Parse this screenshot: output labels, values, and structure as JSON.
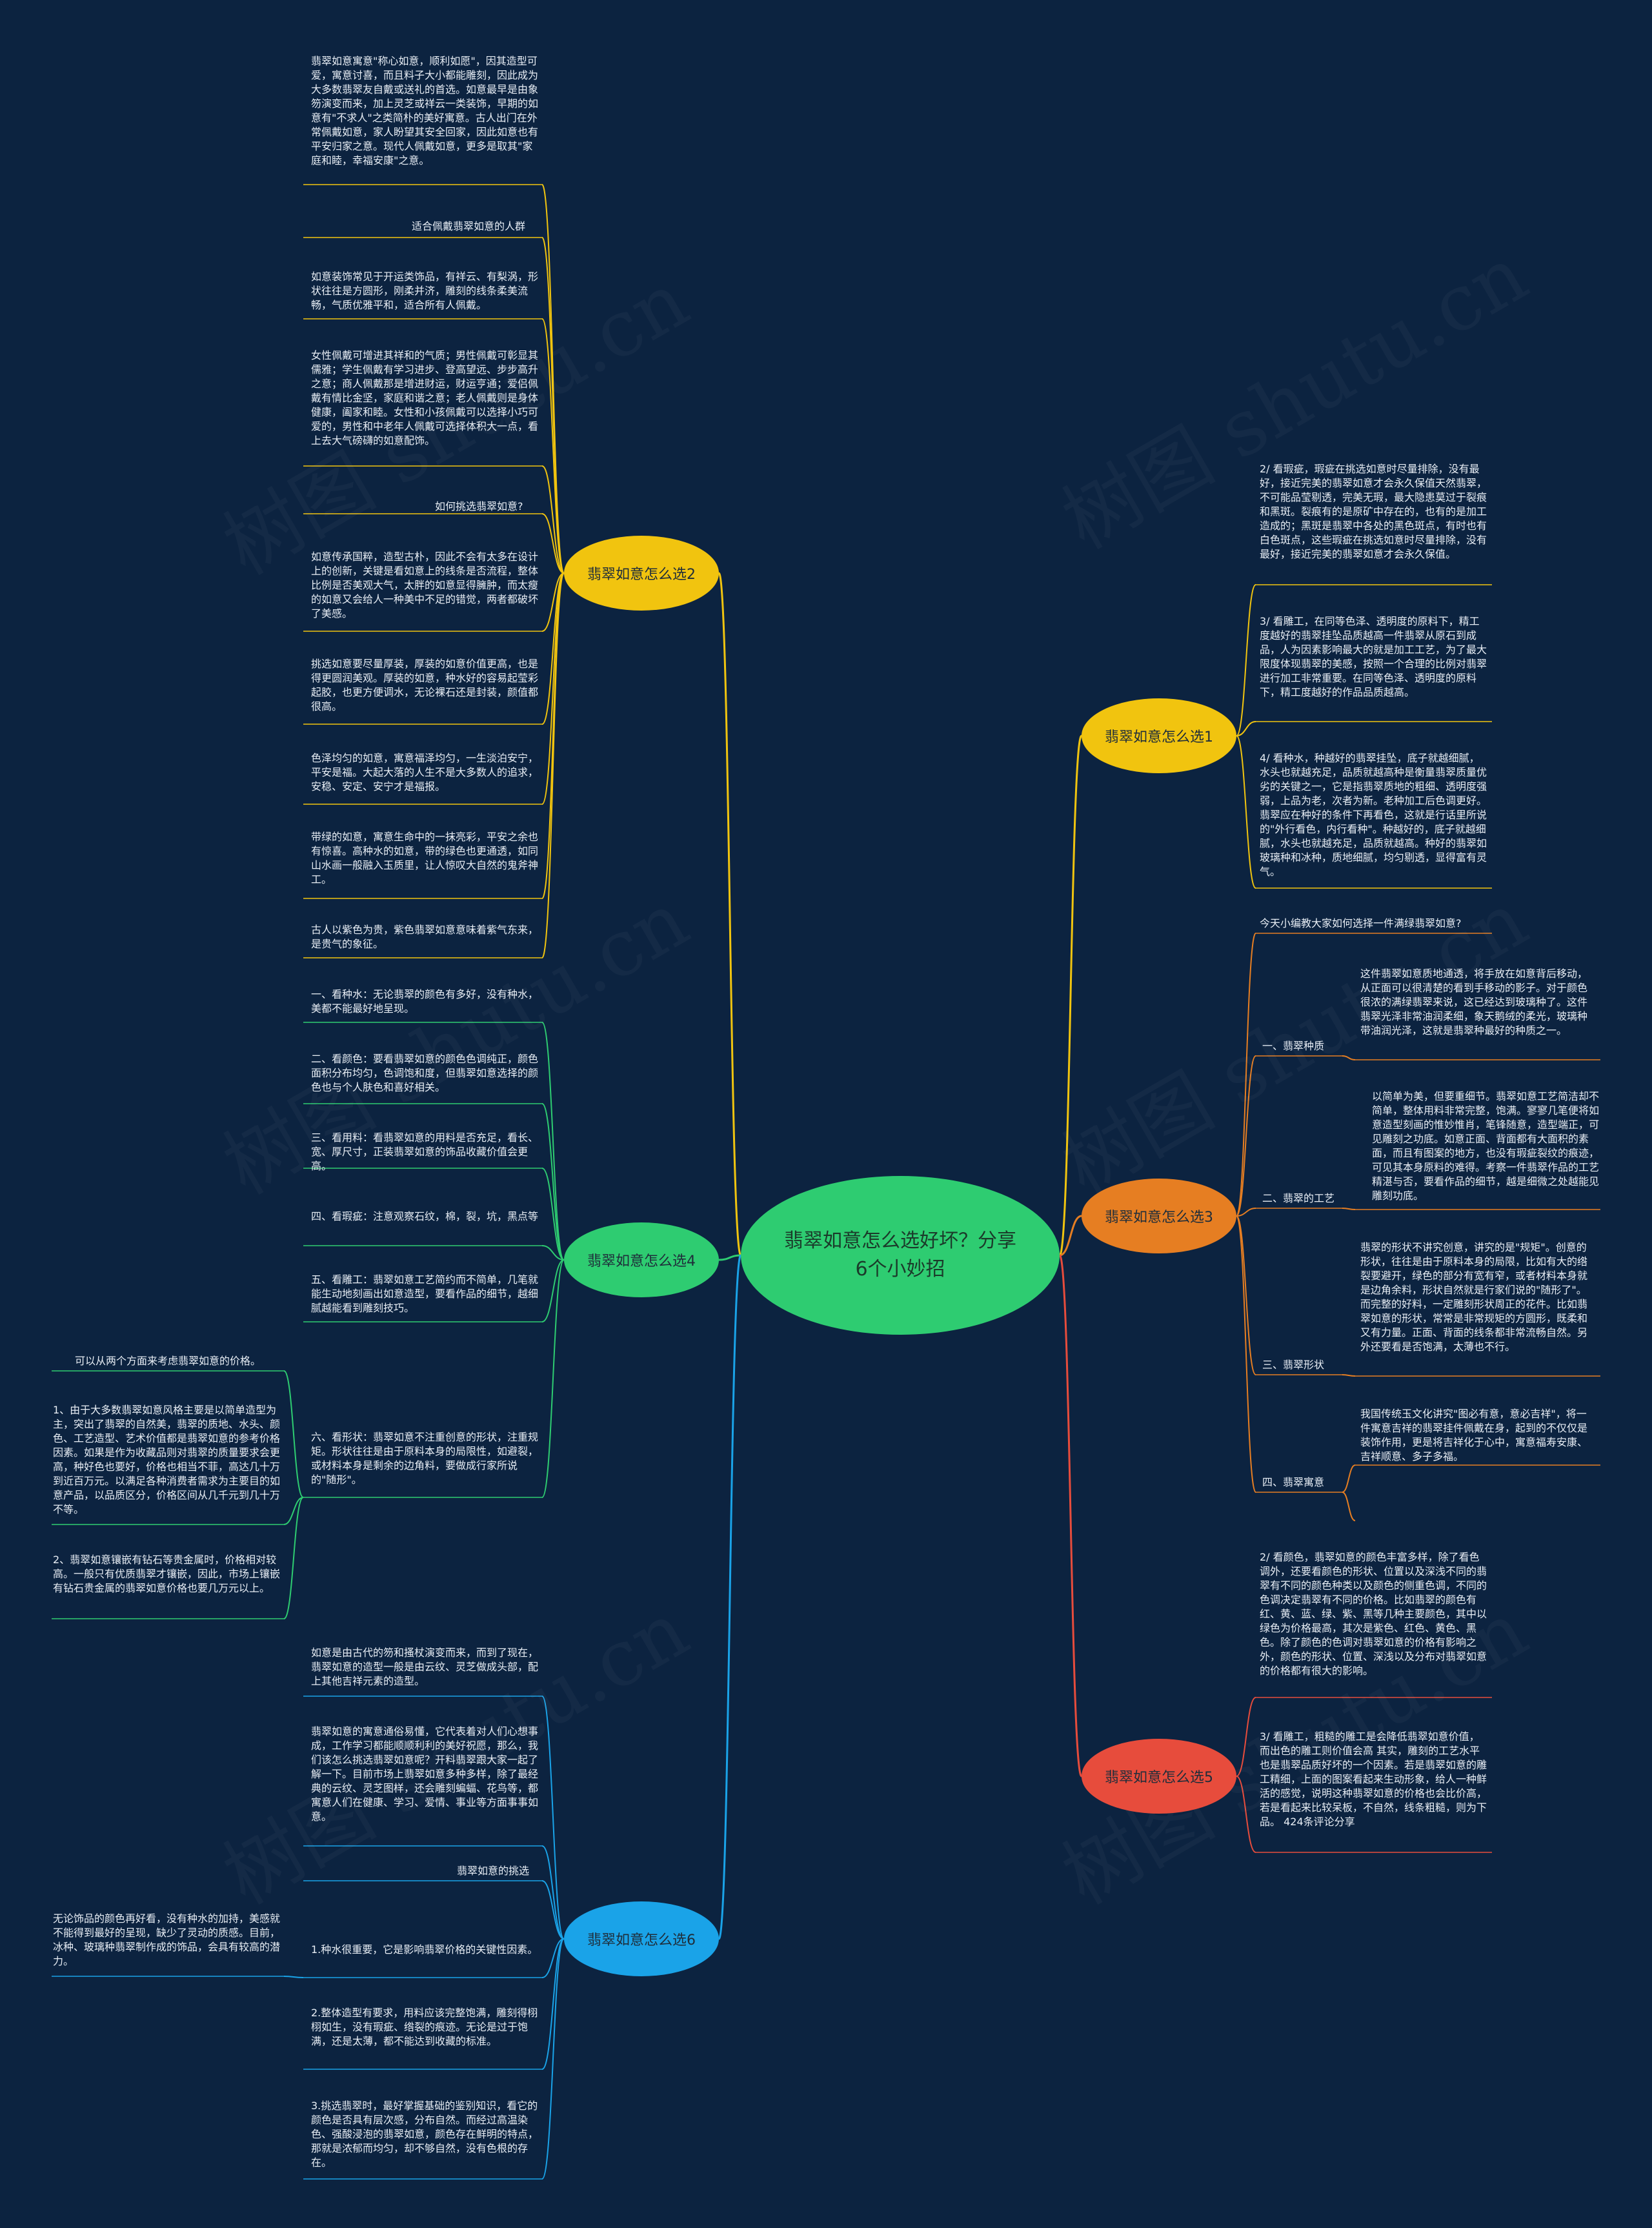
{
  "colors": {
    "background": "#0c2340",
    "root": "#2ecc71",
    "yellow": "#f1c40f",
    "green": "#2ecc71",
    "blue": "#1aa3e8",
    "orange": "#e67e22",
    "red": "#e74c3c"
  },
  "watermark": "树图 shutu.cn",
  "root": "翡翠如意怎么选好坏？分享6个小妙招",
  "branches": [
    {
      "label": "翡翠如意怎么选2",
      "leaves": [
        "翡翠如意寓意\"称心如意，顺利如愿\"，因其造型可爱，寓意讨喜，而且料子大小都能雕刻，因此成为大多数翡翠友自戴或送礼的首选。如意最早是由象笏演变而来，加上灵芝或祥云一类装饰，早期的如意有\"不求人\"之类简朴的美好寓意。古人出门在外常佩戴如意，家人盼望其安全回家，因此如意也有平安归家之意。现代人佩戴如意，更多是取其\"家庭和睦，幸福安康\"之意。",
        "适合佩戴翡翠如意的人群",
        "如意装饰常见于开运类饰品，有祥云、有梨涡，形状往往是方圆形，刚柔并济，雕刻的线条柔美流畅，气质优雅平和，适合所有人佩戴。",
        "女性佩戴可增进其祥和的气质；男性佩戴可彰显其儒雅；学生佩戴有学习进步、登高望远、步步高升之意；商人佩戴那是增进财运，财运亨通；爱侣佩戴有情比金坚，家庭和谐之意；老人佩戴则是身体健康，阖家和睦。女性和小孩佩戴可以选择小巧可爱的，男性和中老年人佩戴可选择体积大一点，看上去大气磅礴的如意配饰。",
        "如何挑选翡翠如意?",
        "如意传承国粹，造型古朴，因此不会有太多在设计上的创新，关键是看如意上的线条是否流程，整体比例是否美观大气，太胖的如意显得臃肿，而太瘦的如意又会给人一种美中不足的错觉，两者都破坏了美感。",
        "挑选如意要尽量厚装，厚装的如意价值更高，也是得更圆润美观。厚装的如意，种水好的容易起莹彩起胶，也更方便调水，无论裸石还是封装，颜值都很高。",
        "色泽均匀的如意，寓意福泽均匀，一生淡泊安宁，平安是福。大起大落的人生不是大多数人的追求，安稳、安定、安宁才是福报。",
        "带绿的如意，寓意生命中的一抹亮彩，平安之余也有惊喜。高种水的如意，带的绿色也更通透，如同山水画一般融入玉质里，让人惊叹大自然的鬼斧神工。",
        "古人以紫色为贵，紫色翡翠如意意味着紫气东来，是贵气的象征。"
      ]
    },
    {
      "label": "翡翠如意怎么选4",
      "leaves": [
        "一、看种水：无论翡翠的颜色有多好，没有种水，美都不能最好地呈现。",
        "二、看颜色：要看翡翠如意的颜色色调纯正，颜色面积分布均匀，色调饱和度，但翡翠如意选择的颜色也与个人肤色和喜好相关。",
        "三、看用料：看翡翠如意的用料是否充足，看长、宽、厚尺寸，正装翡翠如意的饰品收藏价值会更高。",
        "四、看瑕疵：注意观察石纹，棉，裂，坑，黑点等",
        "五、看雕工：翡翠如意工艺简约而不简单，几笔就能生动地刻画出如意造型，要看作品的细节，越细腻越能看到雕刻技巧。",
        "六、看形状：翡翠如意不注重创意的形状，注重规矩。形状往往是由于原料本身的局限性，如避裂，或材料本身是剩余的边角料，要做成行家所说的\"随形\"。"
      ],
      "sub_title": "可以从两个方面来考虑翡翠如意的价格。",
      "sub_leaves": [
        "1、由于大多数翡翠如意风格主要是以简单造型为主，突出了翡翠的自然美，翡翠的质地、水头、颜色、工艺造型、艺术价值都是翡翠如意的参考价格因素。如果是作为收藏品则对翡翠的质量要求会更高，种好色也要好，价格也相当不菲，高达几十万到近百万元。以满足各种消费者需求为主要目的如意产品，以品质区分，价格区间从几千元到几十万不等。",
        "2、翡翠如意镶嵌有钻石等贵金属时，价格相对较高。一般只有优质翡翠才镶嵌，因此，市场上镶嵌有钻石贵金属的翡翠如意价格也要几万元以上。"
      ]
    },
    {
      "label": "翡翠如意怎么选6",
      "leaves": [
        "如意是由古代的笏和搔杖演变而来，而到了现在，翡翠如意的造型一般是由云纹、灵芝做成头部，配上其他吉祥元素的造型。",
        "翡翠如意的寓意通俗易懂，它代表着对人们心想事成，工作学习都能顺顺利利的美好祝愿，那么，我们该怎么挑选翡翠如意呢？开料翡翠跟大家一起了解一下。目前市场上翡翠如意多种多样，除了最经典的云纹、灵芝图样，还会雕刻蝙蝠、花鸟等，都寓意人们在健康、学习、爱情、事业等方面事事如意。",
        "翡翠如意的挑选",
        "1.种水很重要，它是影响翡翠价格的关键性因素。",
        "2.整体造型有要求，用料应该完整饱满，雕刻得栩栩如生，没有瑕疵、绺裂的痕迹。无论是过于饱满，还是太薄，都不能达到收藏的标准。",
        "3.挑选翡翠时，最好掌握基础的鉴别知识，看它的颜色是否具有层次感，分布自然。而经过高温染色、强酸浸泡的翡翠如意，颜色存在鲜明的特点，那就是浓郁而均匀，却不够自然，没有色根的存在。"
      ],
      "side_note": "无论饰品的颜色再好看，没有种水的加持，美感就不能得到最好的呈现，缺少了灵动的质感。目前，冰种、玻璃种翡翠制作成的饰品，会具有较高的潜力。"
    },
    {
      "label": "翡翠如意怎么选1",
      "leaves": [
        "2/ 看瑕疵，瑕疵在挑选如意时尽量排除，没有最好，接近完美的翡翠如意才会永久保值天然翡翠，不可能品莹剔透，完美无瑕，最大隐患莫过于裂痕和黑斑。裂痕有的是原矿中存在的，也有的是加工造成的；黑斑是翡翠中各处的黑色斑点，有时也有白色斑点，这些瑕疵在挑选如意时尽量排除，没有最好，接近完美的翡翠如意才会永久保值。",
        "3/ 看雕工，在同等色泽、透明度的原料下，精工度越好的翡翠挂坠品质越高一件翡翠从原石到成品，人为因素影响最大的就是加工工艺，为了最大限度体现翡翠的美感，按照一个合理的比例对翡翠进行加工非常重要。在同等色泽、透明度的原料下，精工度越好的作品品质越高。",
        "4/ 看种水，种越好的翡翠挂坠，底子就越细腻，水头也就越充足，品质就越高种是衡量翡翠质量优劣的关键之一，它是指翡翠质地的粗细、透明度强弱，上品为老，次者为新。老种加工后色调更好。翡翠应在种好的条件下再看色，这就是行话里所说的\"外行看色，内行看种\"。种越好的，底子就越细腻，水头也就越充足，品质就越高。种好的翡翠如玻璃种和冰种，质地细腻，均匀剔透，显得富有灵气。"
      ]
    },
    {
      "label": "翡翠如意怎么选3",
      "intro": "今天小编教大家如何选择一件满绿翡翠如意?",
      "items": [
        {
          "title": "一、翡翠种质",
          "text": "这件翡翠如意质地通透，将手放在如意背后移动，从正面可以很清楚的看到手移动的影子。对于颜色很浓的满绿翡翠来说，这已经达到玻璃种了。这件翡翠光泽非常油润柔细，象天鹅绒的柔光，玻璃种带油润光泽，这就是翡翠种最好的种质之一。"
        },
        {
          "title": "二、翡翠的工艺",
          "text": "以简单为美，但要重细节。翡翠如意工艺简洁却不简单，整体用料非常完整，饱满。寥寥几笔便将如意造型刻画的惟妙惟肖，笔锋随意，造型端正，可见雕刻之功底。如意正面、背面都有大面积的素面，而且有图案的地方，也没有瑕疵裂纹的痕迹，可见其本身原料的难得。考察一件翡翠作品的工艺精湛与否，要看作品的细节，越是细微之处越能见雕刻功底。"
        },
        {
          "title": "三、翡翠形状",
          "text": "翡翠的形状不讲究创意，讲究的是\"规矩\"。创意的形状，往往是由于原料本身的局限，比如有大的绺裂要避开，绿色的部分有宽有窄，或者材料本身就是边角余料，形状自然就是行家们说的\"随形了\"。而完整的好料，一定雕刻形状周正的花件。比如翡翠如意的形状，常常是非常规矩的方圆形，既柔和又有力量。正面、背面的线条都非常流畅自然。另外还要看是否饱满，太薄也不行。"
        },
        {
          "title": "四、翡翠寓意",
          "text": "我国传统玉文化讲究\"图必有意，意必吉祥\"，将一件寓意吉祥的翡翠挂件佩戴在身，起到的不仅仅是装饰作用，更是将吉祥化于心中，寓意福寿安康、吉祥顺意、多子多福。"
        }
      ]
    },
    {
      "label": "翡翠如意怎么选5",
      "leaves": [
        "2/ 看颜色，翡翠如意的颜色丰富多样，除了看色调外，还要看颜色的形状、位置以及深浅不同的翡翠有不同的颜色种类以及颜色的侧重色调，不同的色调决定翡翠有不同的价格。比如翡翠的颜色有红、黄、蓝、绿、紫、黑等几种主要颜色，其中以绿色为价格最高，其次是紫色、红色、黄色、黑色。除了颜色的色调对翡翠如意的价格有影响之外，颜色的形状、位置、深浅以及分布对翡翠如意的价格都有很大的影响。",
        "3/ 看雕工，粗糙的雕工是会降低翡翠如意价值，而出色的雕工则价值会高 其实，雕刻的工艺水平也是翡翠品质好坏的一个因素。若是翡翠如意的雕工精细，上面的图案看起来生动形象，给人一种鲜活的感觉，说明这种翡翠如意的价格也会比价高，若是看起来比较呆板，不自然，线条粗糙，则为下品。 424条评论分享"
      ]
    }
  ]
}
